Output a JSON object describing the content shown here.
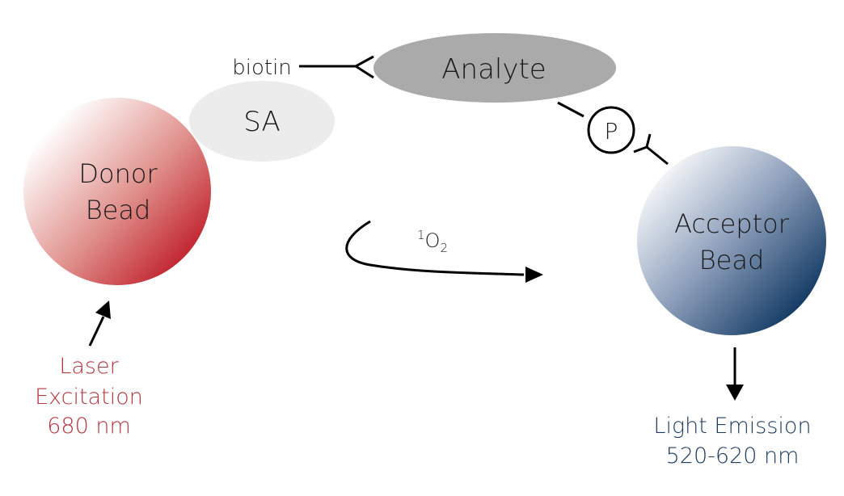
{
  "donor": {
    "line1": "Donor",
    "line2": "Bead"
  },
  "acceptor": {
    "line1": "Acceptor",
    "line2": "Bead"
  },
  "sa": "SA",
  "biotin": "biotin",
  "analyte": "Analyte",
  "phospho": "P",
  "singlet_oxygen": {
    "sup": "1",
    "base": "O",
    "sub": "2"
  },
  "laser": {
    "line1": "Laser",
    "line2": "Excitation",
    "line3": "680 nm"
  },
  "emission": {
    "line1": "Light Emission",
    "line2": "520-620 nm"
  },
  "colors": {
    "donor_red": "#c0202c",
    "acceptor_blue": "#0f3761",
    "laser_text": "#b5363f",
    "emission_text": "#1d3c5e",
    "analyte_gray": "#aaaaaa",
    "sa_gray": "#ececec"
  }
}
